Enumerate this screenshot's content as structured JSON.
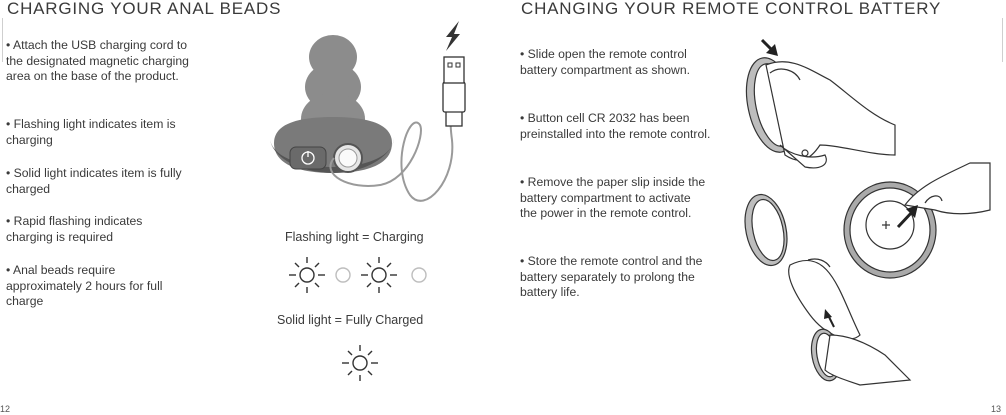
{
  "left": {
    "heading": "CHARGING YOUR ANAL BEADS",
    "bullets": [
      "• Attach the USB charging cord to the designated magnetic charging area on the base of the product.",
      "• Flashing light indicates item is charging",
      "• Solid light indicates item is fully charged",
      "• Rapid flashing indicates charging is required",
      "• Anal beads require approximately 2 hours for full charge"
    ],
    "caption_flashing": "Flashing light = Charging",
    "caption_solid": "Solid light = Fully Charged",
    "page_number": "12"
  },
  "right": {
    "heading": "CHANGING YOUR REMOTE CONTROL BATTERY",
    "bullets": [
      "• Slide open the remote control battery compartment as shown.",
      "• Button cell CR 2032 has been preinstalled into the remote control.",
      "• Remove the paper slip inside the battery compartment to activate the power in the remote control.",
      "• Store the remote control and the battery separately to prolong the battery life."
    ],
    "page_number": "13"
  },
  "icons": [
    "lightning-icon",
    "usb-plug-icon",
    "light-on-icon",
    "light-off-icon",
    "arrow-icon"
  ]
}
